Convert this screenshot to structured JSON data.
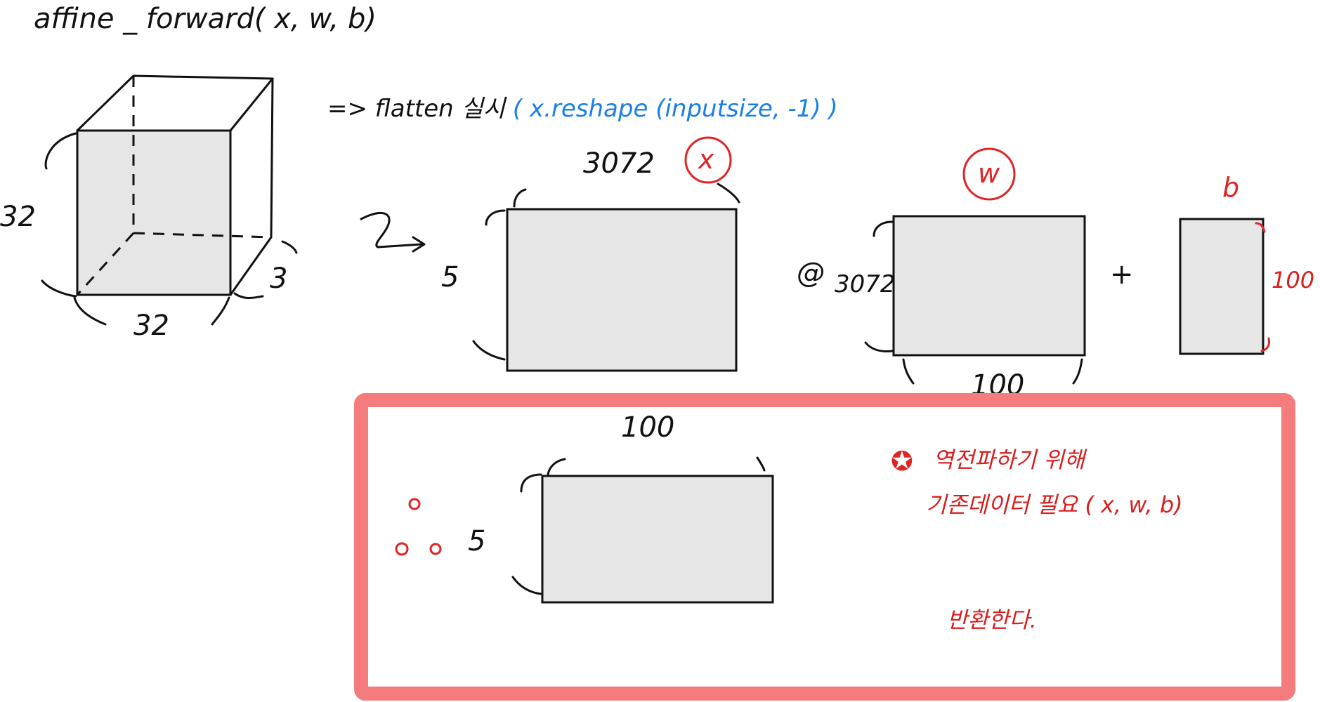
{
  "title": "affine _ forward( x, w, b)",
  "cube": {
    "height_label": "32",
    "width_label": "32",
    "depth_label": "3"
  },
  "flatten_note": {
    "text": "=> flatten 실시 ",
    "code": "( x.reshape (inputsize, -1) )"
  },
  "x_matrix": {
    "name": "x",
    "cols_label": "3072",
    "rows_label": "5"
  },
  "w_matrix": {
    "name": "w",
    "operator": "@",
    "rows_label": "3072",
    "cols_label": "100"
  },
  "b_vector": {
    "name": "b",
    "operator": "+",
    "size_label": "100"
  },
  "output": {
    "cols_label": "100",
    "rows_label": "5",
    "note_line1": "역전파하기 위해",
    "note_line2": "기존데이터 필요 ( x, w, b)",
    "note_line3": "반환한다."
  },
  "colors": {
    "ink": "#111111",
    "code_blue": "#1a7fe8",
    "annotation_red": "#e02424",
    "frame_pink": "#f47c7c",
    "box_fill": "#e6e6e6"
  }
}
